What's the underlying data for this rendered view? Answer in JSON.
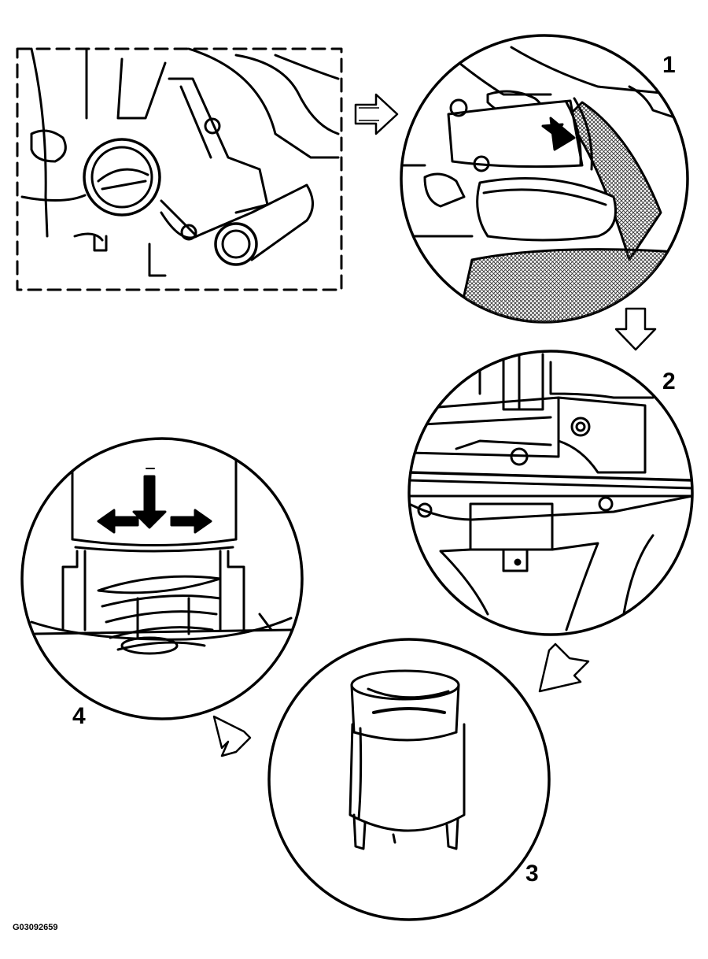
{
  "steps": [
    {
      "label": "1"
    },
    {
      "label": "2"
    },
    {
      "label": "3"
    },
    {
      "label": "4"
    }
  ],
  "figure_id": "G03092659",
  "colors": {
    "ink": "#000000",
    "paper": "#ffffff",
    "shade": "#9a9a9a"
  }
}
